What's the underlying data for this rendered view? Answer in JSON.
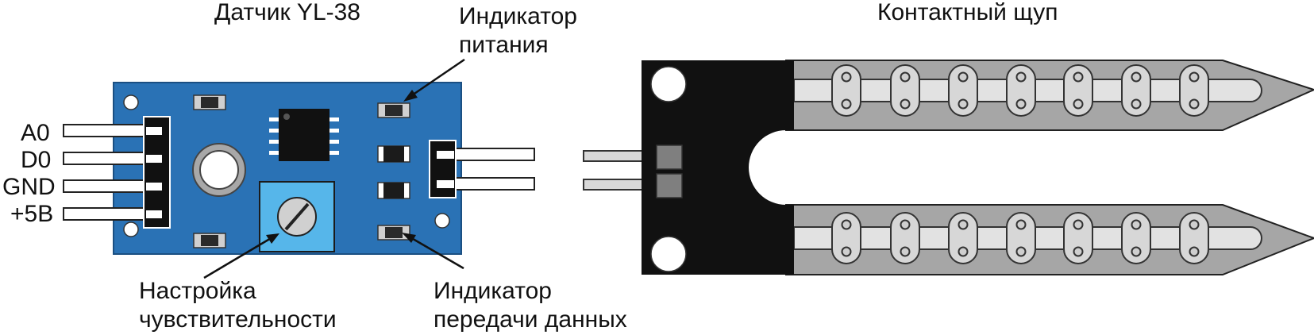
{
  "module": {
    "title": "Датчик YL-38",
    "pins": [
      "A0",
      "D0",
      "GND",
      "+5В"
    ],
    "labels": {
      "power_indicator": [
        "Индикатор",
        "питания"
      ],
      "sensitivity": [
        "Настройка",
        "чувствительности"
      ],
      "data_indicator": [
        "Индикатор",
        "передачи данных"
      ]
    }
  },
  "probe": {
    "title": "Контактный щуп"
  },
  "colors": {
    "board": "#2a72b5",
    "pot": "#56b6ea",
    "probe_body": "#111111",
    "probe_prongs": "#a6a6a6",
    "track": "#e2e2e2"
  }
}
